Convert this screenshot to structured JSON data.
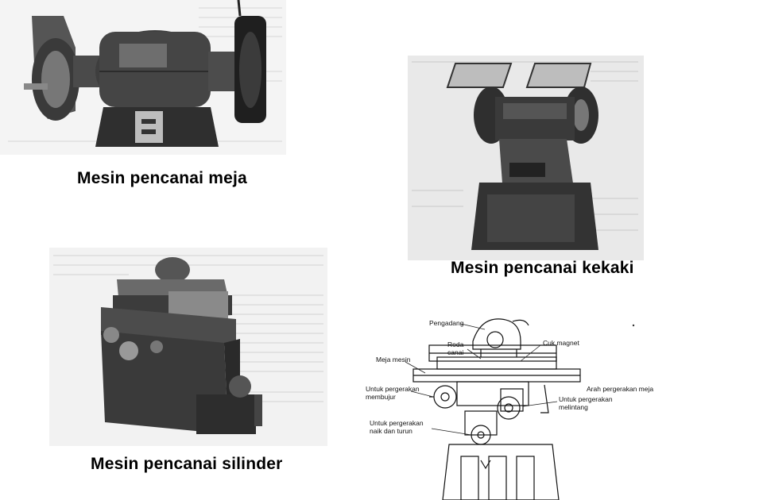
{
  "captions": {
    "bench": "Mesin pencanai meja",
    "pedestal": "Mesin pencanai kekaki",
    "cylinder": "Mesin pencanai silinder"
  },
  "diagram_labels": {
    "pengadang": "Pengadang",
    "roda": "Roda",
    "canai": "canai",
    "cuk_magnet": "Cuk magnet",
    "meja_mesin": "Meja mesin",
    "untuk_membujur_1": "Untuk pergerakan",
    "untuk_membujur_2": "membujur",
    "arah_meja": "Arah pergerakan meja",
    "untuk_melintang_1": "Untuk pergerakan",
    "untuk_melintang_2": "melintang",
    "untuk_naik_1": "Untuk pergerakan",
    "untuk_naik_2": "naik dan turun"
  }
}
